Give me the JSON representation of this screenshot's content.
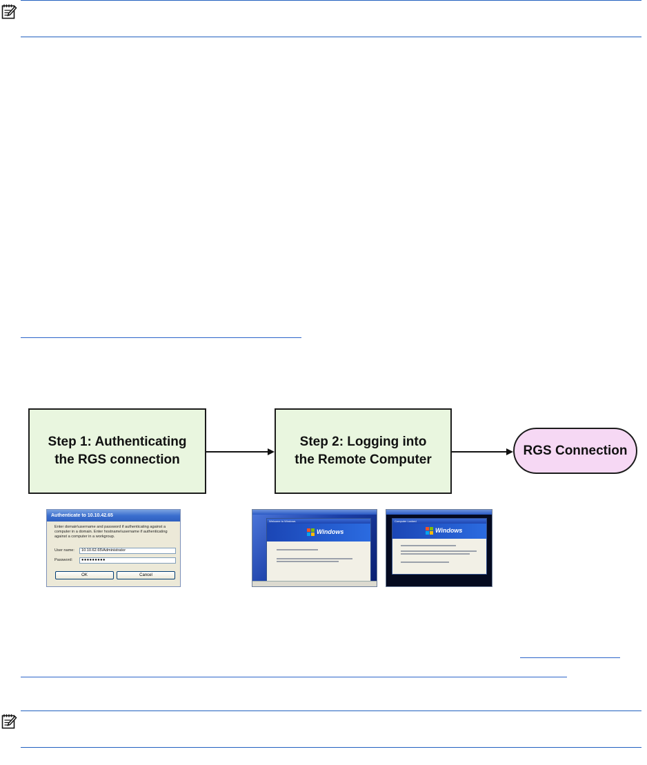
{
  "notes": {
    "top_icon": "note-icon",
    "bottom_icon": "note-icon"
  },
  "flowchart": {
    "step1": [
      "Step 1: Authenticating",
      "the RGS connection"
    ],
    "step2": [
      "Step 2: Logging into",
      "the Remote Computer"
    ],
    "result": "RGS Connection"
  },
  "auth_dialog": {
    "title": "Authenticate to 10.10.42.65",
    "message": "Enter domain\\username and password if authenticating against a computer in a domain. Enter hostname\\username if authenticating against a computer in a workgroup.",
    "username_label": "User name:",
    "username_value": "10.10.62.65\\Administrator",
    "password_label": "Password:",
    "password_value": "●●●●●●●●●",
    "ok_label": "OK",
    "cancel_label": "Cancel"
  },
  "login_screens": {
    "screen1_dialog_title": "Welcome to Windows",
    "screen2_dialog_title": "Computer Locked",
    "brand_word": "Windows"
  },
  "colors": {
    "rule": "#1f5fbf",
    "step_fill": "#e9f6df",
    "pill_fill": "#f6d8f4"
  }
}
